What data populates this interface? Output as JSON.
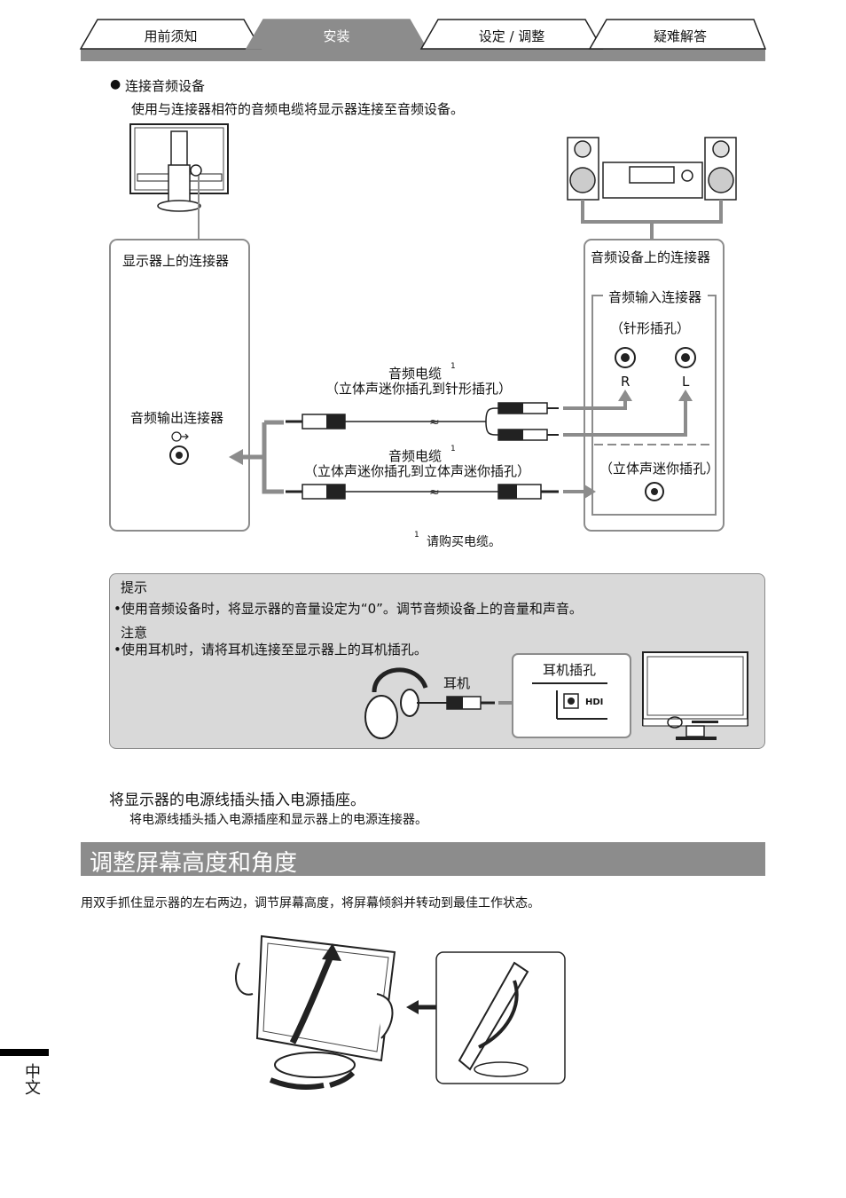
{
  "tabs": [
    {
      "label": "用前须知",
      "active": false
    },
    {
      "label": "安装",
      "active": true
    },
    {
      "label": "设定 / 调整",
      "active": false
    },
    {
      "label": "疑难解答",
      "active": false
    }
  ],
  "audio": {
    "bullet_title": "连接音频设备",
    "description": "使用与连接器相符的音频电缆将显示器连接至音频设备。",
    "monitor_connector_label": "显示器上的连接器",
    "audio_device_connector_label": "音频设备上的连接器",
    "audio_output_label": "音频输出连接器",
    "audio_input_label": "音频输入连接器",
    "pin_jack_label": "（针形插孔）",
    "right_label": "R",
    "left_label": "L",
    "stereo_jack_label": "（立体声迷你插孔）",
    "cable1_title": "音频电缆",
    "cable1_sup": "1",
    "cable1_desc": "（立体声迷你插孔到针形插孔）",
    "cable2_title": "音频电缆",
    "cable2_sup": "1",
    "cable2_desc": "（立体声迷你插孔到立体声迷你插孔）",
    "footnote_mark": "1",
    "footnote": "请购买电缆。"
  },
  "tip": {
    "hint_title": "提示",
    "hint_text": "•使用音频设备时，将显示器的音量设定为“0”。调节音频设备上的音量和声音。",
    "caution_title": "注意",
    "caution_text": "•使用耳机时，请将耳机连接至显示器上的耳机插孔。",
    "headphone_label": "耳机",
    "headphone_jack_label": "耳机插孔",
    "hdmi_mark": "HDI"
  },
  "power": {
    "title": "将显示器的电源线插头插入电源插座。",
    "text": "将电源线插头插入电源插座和显示器上的电源连接器。"
  },
  "adjust": {
    "section_title": "调整屏幕高度和角度",
    "text": "用双手抓住显示器的左右两边，调节屏幕高度，将屏幕倾斜并转动到最佳工作状态。"
  },
  "side_label": "中文",
  "colors": {
    "tab_active": "#8c8c8c",
    "section_bar": "#8c8c8c",
    "tip_bg": "#d9d9d9",
    "cable_arrow": "#8c8c8c"
  }
}
